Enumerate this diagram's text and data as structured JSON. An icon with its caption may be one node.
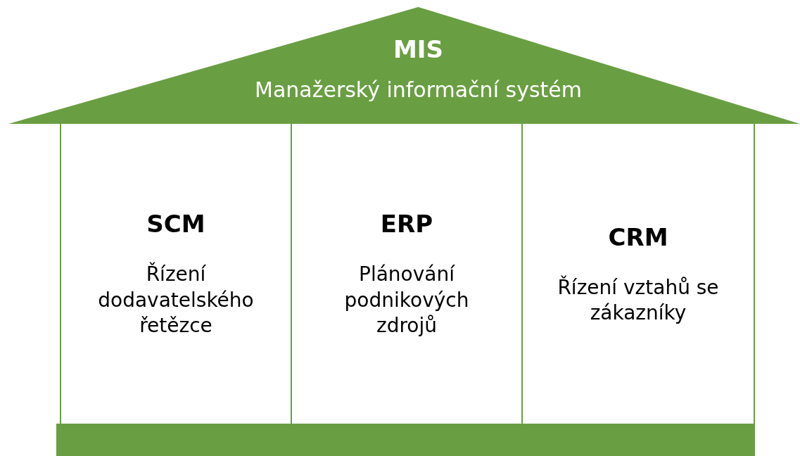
{
  "diagram": {
    "nodes": [
      {
        "text": [
          "MIS",
          "Manažerský informační systém"
        ]
      },
      {
        "text": [
          "SCM",
          "Řízení dodavatelského řetězce"
        ]
      },
      {
        "text": [
          "ERP",
          "Plánování podnikových zdrojů"
        ]
      },
      {
        "text": [
          "CRM",
          "Řízení vztahů se zákazníky"
        ]
      },
      {
        "text": [],
        "shape": "bar"
      }
    ]
  }
}
